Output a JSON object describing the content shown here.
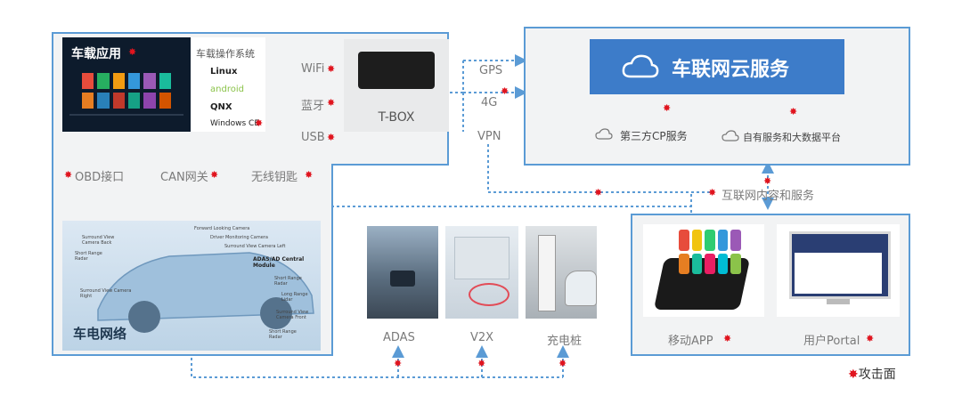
{
  "left_panel": {
    "infotainment": {
      "title": "车载应用",
      "os_title": "车载操作系统",
      "os_list": [
        "Linux",
        "android",
        "QNX",
        "Windows CE"
      ]
    },
    "tbox": {
      "label": "T-BOX"
    },
    "links": [
      "WiFi",
      "蓝牙",
      "USB"
    ],
    "bus": {
      "obd": "OBD接口",
      "can": "CAN网关",
      "key": "无线钥匙"
    },
    "vehicle_network": {
      "title": "车电网络",
      "callouts": [
        "Surround View Camera Back",
        "Short Range Radar",
        "Surround View Camera Right",
        "Forward Looking Camera",
        "Driver Monitoring Camera",
        "Surround View Camera Left",
        "ADAS/AD Central Module",
        "Short Range Radar",
        "Long Range Lidar",
        "Surround View Camera Front",
        "Short Range Radar"
      ]
    }
  },
  "cloud_panel": {
    "title": "车联网云服务",
    "sub_left": "第三方CP服务",
    "sub_right": "自有服务和大数据平台"
  },
  "networks": [
    "GPS",
    "4G",
    "VPN"
  ],
  "internet": "互联网内容和服务",
  "endpoints": {
    "app": "移动APP",
    "portal": "用户Portal"
  },
  "bottom": [
    "ADAS",
    "V2X",
    "充电桩"
  ],
  "legend": {
    "mark": "✸",
    "label": "攻击面"
  },
  "colors": {
    "accent": "#5b9bd5",
    "cloud_blue": "#3d7cc9",
    "attack_red": "#e0141e",
    "panel": "#f2f3f4"
  }
}
